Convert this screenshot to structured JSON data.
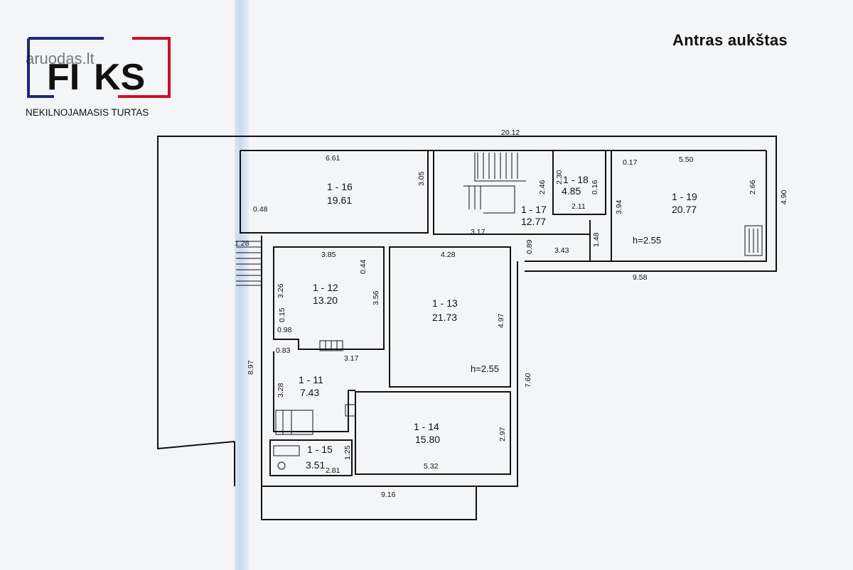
{
  "brand": {
    "name": "FIKS",
    "tagline": "NEKILNOJAMASIS TURTAS",
    "watermark": "aruodas.lt",
    "primary_color": "#1e2a6e",
    "accent_color": "#c8102e"
  },
  "floor_title": "Antras aukštas",
  "rooms": [
    {
      "id": "1 - 16",
      "area": "19.61"
    },
    {
      "id": "1 - 17",
      "area": "12.77"
    },
    {
      "id": "1 - 18",
      "area": "4.85"
    },
    {
      "id": "1 - 19",
      "area": "20.77"
    },
    {
      "id": "1 - 12",
      "area": "13.20"
    },
    {
      "id": "1 - 13",
      "area": "21.73"
    },
    {
      "id": "1 - 11",
      "area": "7.43"
    },
    {
      "id": "1 - 14",
      "area": "15.80"
    },
    {
      "id": "1 - 15",
      "area": "3.51"
    }
  ],
  "ceiling_heights": [
    "h=2.55",
    "h=2.55"
  ],
  "dimensions": [
    "20.12",
    "6.61",
    "5.50",
    "0.17",
    "3.05",
    "2.46",
    "2.30",
    "0.16",
    "2.11",
    "3.94",
    "2.66",
    "4.90",
    "0.48",
    "1.28",
    "3.17",
    "1.48",
    "3.43",
    "0.89",
    "9.58",
    "3.85",
    "4.28",
    "0.44",
    "3.26",
    "3.56",
    "4.97",
    "0.15",
    "0.98",
    "0.83",
    "3.17",
    "8.97",
    "7.60",
    "3.28",
    "2.97",
    "1.25",
    "2.81",
    "5.32",
    "9.16"
  ]
}
